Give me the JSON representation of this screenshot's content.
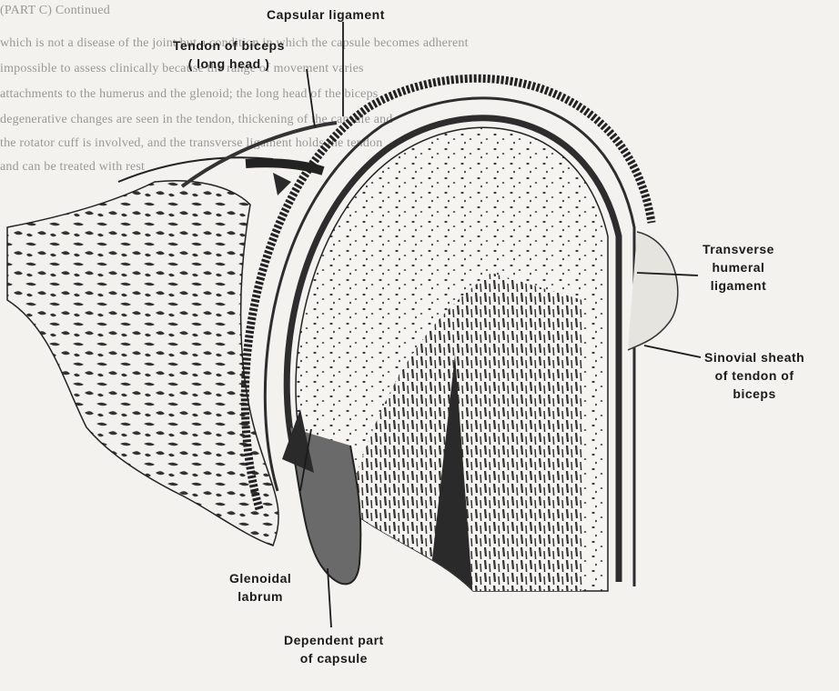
{
  "background_text": {
    "fragments": [
      "(PART C) Continued",
      "which is not a disease of the joint but a condition in which the capsule becomes adherent",
      "impossible to assess clinically because the range of movement varies",
      "attachments to the humerus and the glenoid; the long head of the biceps",
      "degenerative changes are seen in the tendon, thickening of the capsule and",
      "the rotator cuff is involved, and the transverse ligament holds the tendon",
      "and can be treated with rest"
    ]
  },
  "diagram": {
    "labels": {
      "capsular_ligament": [
        "Capsular ligament"
      ],
      "tendon_of_biceps": [
        "Tendon of biceps",
        "( long head )"
      ],
      "transverse_humeral_ligament": [
        "Transverse",
        "humeral",
        "ligament"
      ],
      "sinovial_sheath": [
        "Sinovial sheath",
        "of tendon of",
        "biceps"
      ],
      "glenoidal_labrum": [
        "Glenoidal",
        "labrum"
      ],
      "dependent_part_of_capsule": [
        "Dependent part",
        "of capsule"
      ]
    }
  }
}
